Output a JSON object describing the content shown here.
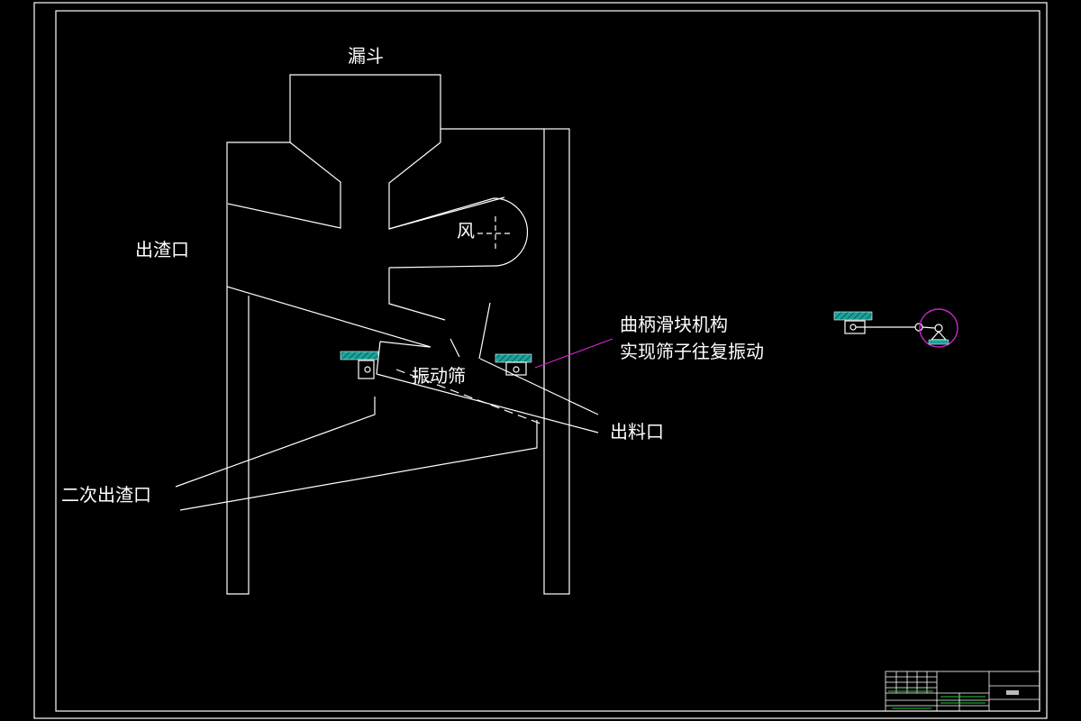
{
  "labels": {
    "hopper": "漏斗",
    "slag_outlet": "出渣口",
    "wind": "风",
    "crank_mechanism_line1": "曲柄滑块机构",
    "crank_mechanism_line2": "实现筛子往复振动",
    "vibrating_screen": "振动筛",
    "discharge_outlet": "出料口",
    "secondary_slag_outlet": "二次出渣口"
  },
  "colors": {
    "background": "#000000",
    "line": "#ffffff",
    "leader": "#cc22cc",
    "hatch": "#1aa39a",
    "titleblock_accent": "#22cc33"
  }
}
